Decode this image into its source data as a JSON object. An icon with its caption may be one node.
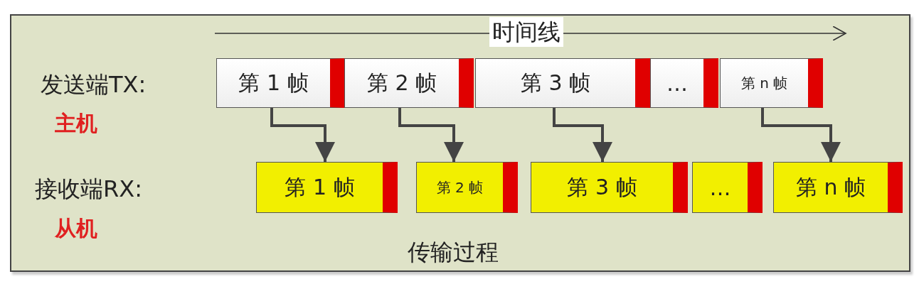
{
  "diagram": {
    "nodes": [
      {
        "text": [
          "传输过程"
        ]
      },
      {
        "text": [
          "第 1 帧"
        ],
        "in": 0
      },
      {
        "text": [
          "第 2 帧"
        ],
        "in": 0
      },
      {
        "text": [
          "第 3 帧"
        ],
        "in": 0
      },
      {
        "text": [
          "…"
        ],
        "in": 0
      },
      {
        "text": [
          "第 n 帧"
        ],
        "in": 0
      },
      {
        "text": [
          "第 1 帧"
        ],
        "in": 0
      },
      {
        "text": [
          "第 2 帧"
        ],
        "in": 0
      },
      {
        "text": [
          "第 3 帧"
        ],
        "in": 0
      },
      {
        "text": [
          "…"
        ],
        "in": 0
      },
      {
        "text": [
          "第 n 帧"
        ],
        "in": 0
      }
    ],
    "edges": [
      {
        "from": 1,
        "to": 6,
        "arrow": "to"
      },
      {
        "from": 2,
        "to": 7,
        "arrow": "to"
      },
      {
        "from": 3,
        "to": 8,
        "arrow": "to"
      },
      {
        "from": 5,
        "to": 10,
        "arrow": "to"
      }
    ],
    "labels": [
      "时间线",
      "发送端TX:",
      "主机",
      "接收端RX:",
      "从机"
    ]
  }
}
